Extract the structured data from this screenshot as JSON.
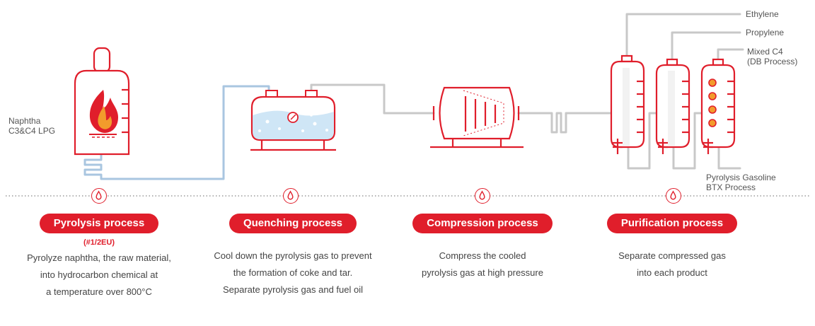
{
  "labels": {
    "feed_line1": "Naphtha",
    "feed_line2": "C3&C4 LPG",
    "ethylene": "Ethylene",
    "propylene": "Propylene",
    "mixed_c4_line1": "Mixed C4",
    "mixed_c4_line2": "(DB Process)",
    "pygas_line1": "Pyrolysis Gasoline",
    "pygas_line2": "BTX Process"
  },
  "steps": [
    {
      "title": "Pyrolysis process",
      "subtitle": "(#1/2EU)",
      "desc": [
        "Pyrolyze naphtha, the raw material,",
        "into hydrocarbon chemical at",
        "a temperature over 800°C"
      ]
    },
    {
      "title": "Quenching process",
      "desc": [
        "Cool down the pyrolysis gas to prevent",
        "the formation of coke and tar.",
        "Separate pyrolysis gas and fuel oil"
      ]
    },
    {
      "title": "Compression process",
      "desc": [
        "Compress the cooled",
        "pyrolysis gas at high pressure"
      ]
    },
    {
      "title": "Purification process",
      "desc": [
        "Separate compressed gas",
        "into each product"
      ]
    }
  ],
  "colors": {
    "accent": "#e01e2b",
    "pipe": "#c8c8c8",
    "water_pipe": "#a9c6e0",
    "water": "#cfe6f6",
    "flame_outer": "#e01e2b",
    "flame_inner": "#f29b2c"
  },
  "icons": [
    "flame-icon",
    "water-drop-icon",
    "pressure-gauge-icon"
  ]
}
